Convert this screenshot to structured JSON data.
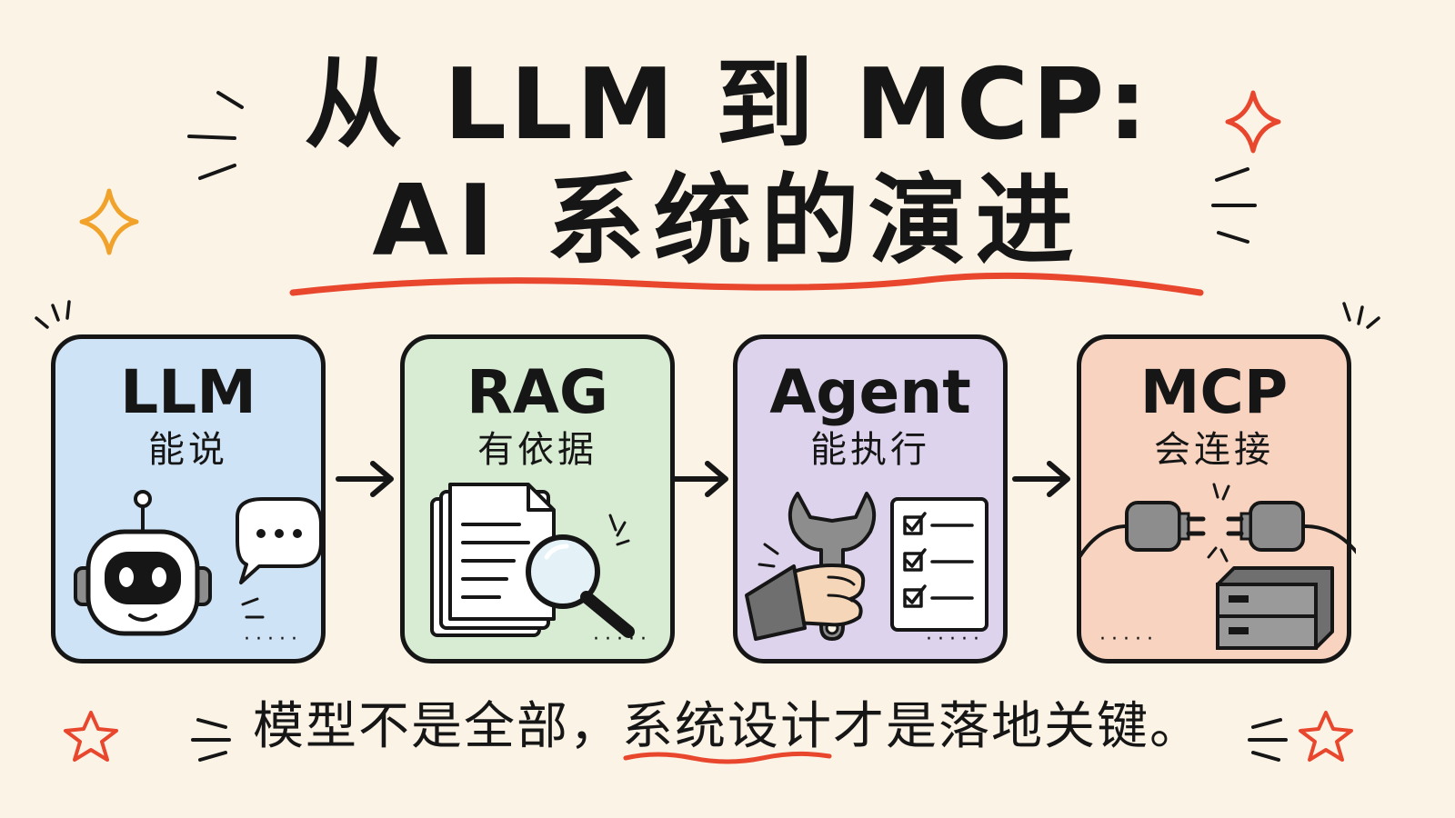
{
  "title": {
    "line1": "从 LLM 到 MCP:",
    "line2": "AI 系统的演进"
  },
  "stages": [
    {
      "name": "LLM",
      "subtitle": "能说",
      "color": "#cfe3f6",
      "illustration": "robot-speech-icon"
    },
    {
      "name": "RAG",
      "subtitle": "有依据",
      "color": "#d7ecd2",
      "illustration": "document-magnifier-icon"
    },
    {
      "name": "Agent",
      "subtitle": "能执行",
      "color": "#ddd3ec",
      "illustration": "wrench-checklist-icon"
    },
    {
      "name": "MCP",
      "subtitle": "会连接",
      "color": "#f7d3c0",
      "illustration": "plug-server-icon"
    }
  ],
  "dots": "·····",
  "tagline": {
    "before": "模型不是全部，",
    "highlight": "系统设计",
    "after": "才是落地关键。"
  },
  "colors": {
    "accent_red": "#e8472e",
    "star_orange": "#f0a22b",
    "ink": "#161616",
    "background": "#fbf3e6"
  }
}
